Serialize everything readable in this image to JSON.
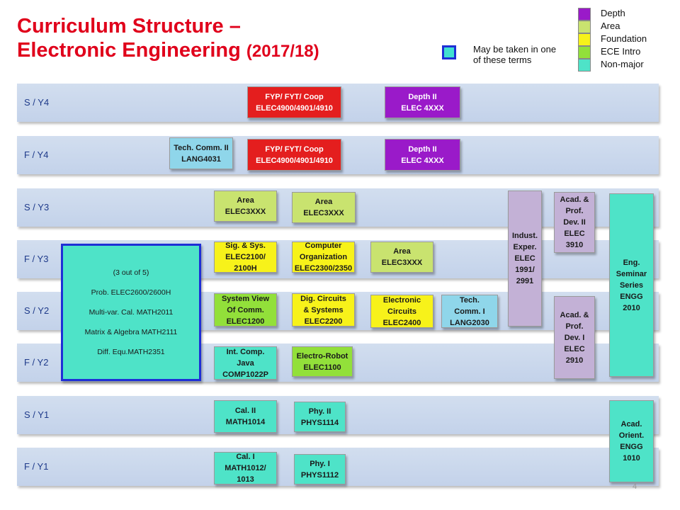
{
  "title": {
    "line1": "Curriculum Structure –",
    "line2": "Electronic Engineering",
    "year": "(2017/18)"
  },
  "legend_note": "May be taken in one of these terms",
  "legend": [
    {
      "label": "Depth",
      "color": "#9a1ac9"
    },
    {
      "label": "Area",
      "color": "#c9e36f"
    },
    {
      "label": "Foundation",
      "color": "#f7f21a"
    },
    {
      "label": "ECE Intro",
      "color": "#92e03a"
    },
    {
      "label": "Non-major",
      "color": "#4ee3c8"
    }
  ],
  "rows": [
    "S / Y4",
    "F / Y4",
    "S / Y3",
    "F / Y3",
    "S / Y2",
    "F / Y2",
    "S / Y1",
    "F / Y1"
  ],
  "courses": {
    "fyp_s": "FYP/ FYT/ Coop\nELEC4900/4901/4910",
    "depth2_s": "Depth II\nELEC 4XXX",
    "techcomm2": "Tech. Comm. II\nLANG4031",
    "fyp_f": "FYP/ FYT/ Coop\nELEC4900/4901/4910",
    "depth2_f": "Depth II\nELEC 4XXX",
    "area_s3a": "Area\nELEC3XXX",
    "area_s3b": "Area\nELEC3XXX",
    "indust": "Indust.\nExper.\nELEC\n1991/\n2991",
    "acad2": "Acad. &\nProf.\nDev. II\nELEC\n3910",
    "seminar": "Eng.\nSeminar\nSeries\nENGG\n2010",
    "sigsys": "Sig. & Sys.\nELEC2100/\n2100H",
    "comporg": "Computer\nOrganization\nELEC2300/2350",
    "area_f3": "Area\nELEC3XXX",
    "math_block": "(3 out of 5)\nProb. ELEC2600/2600H\nMulti-var. Cal. MATH2011\nMatrix & Algebra MATH2111\nDiff. Equ.MATH2351",
    "sysview": "System View\nOf Comm.\nELEC1200",
    "digcirc": "Dig. Circuits\n& Systems\nELEC2200",
    "electronic": "Electronic\nCircuits\nELEC2400",
    "techcomm1": "Tech.\nComm. I\nLANG2030",
    "acad1": "Acad. &\nProf.\nDev. I\nELEC\n2910",
    "intcomp": "Int. Comp.\nJava\nCOMP1022P",
    "robot": "Electro-Robot\nELEC1100",
    "cal2": "Cal. II\nMATH1014",
    "phy2": "Phy. II\nPHYS1114",
    "orient": "Acad.\nOrient.\nENGG\n1010",
    "cal1": "Cal. I\nMATH1012/\n1013",
    "phy1": "Phy. I\nPHYS1112"
  },
  "page_number": "4"
}
